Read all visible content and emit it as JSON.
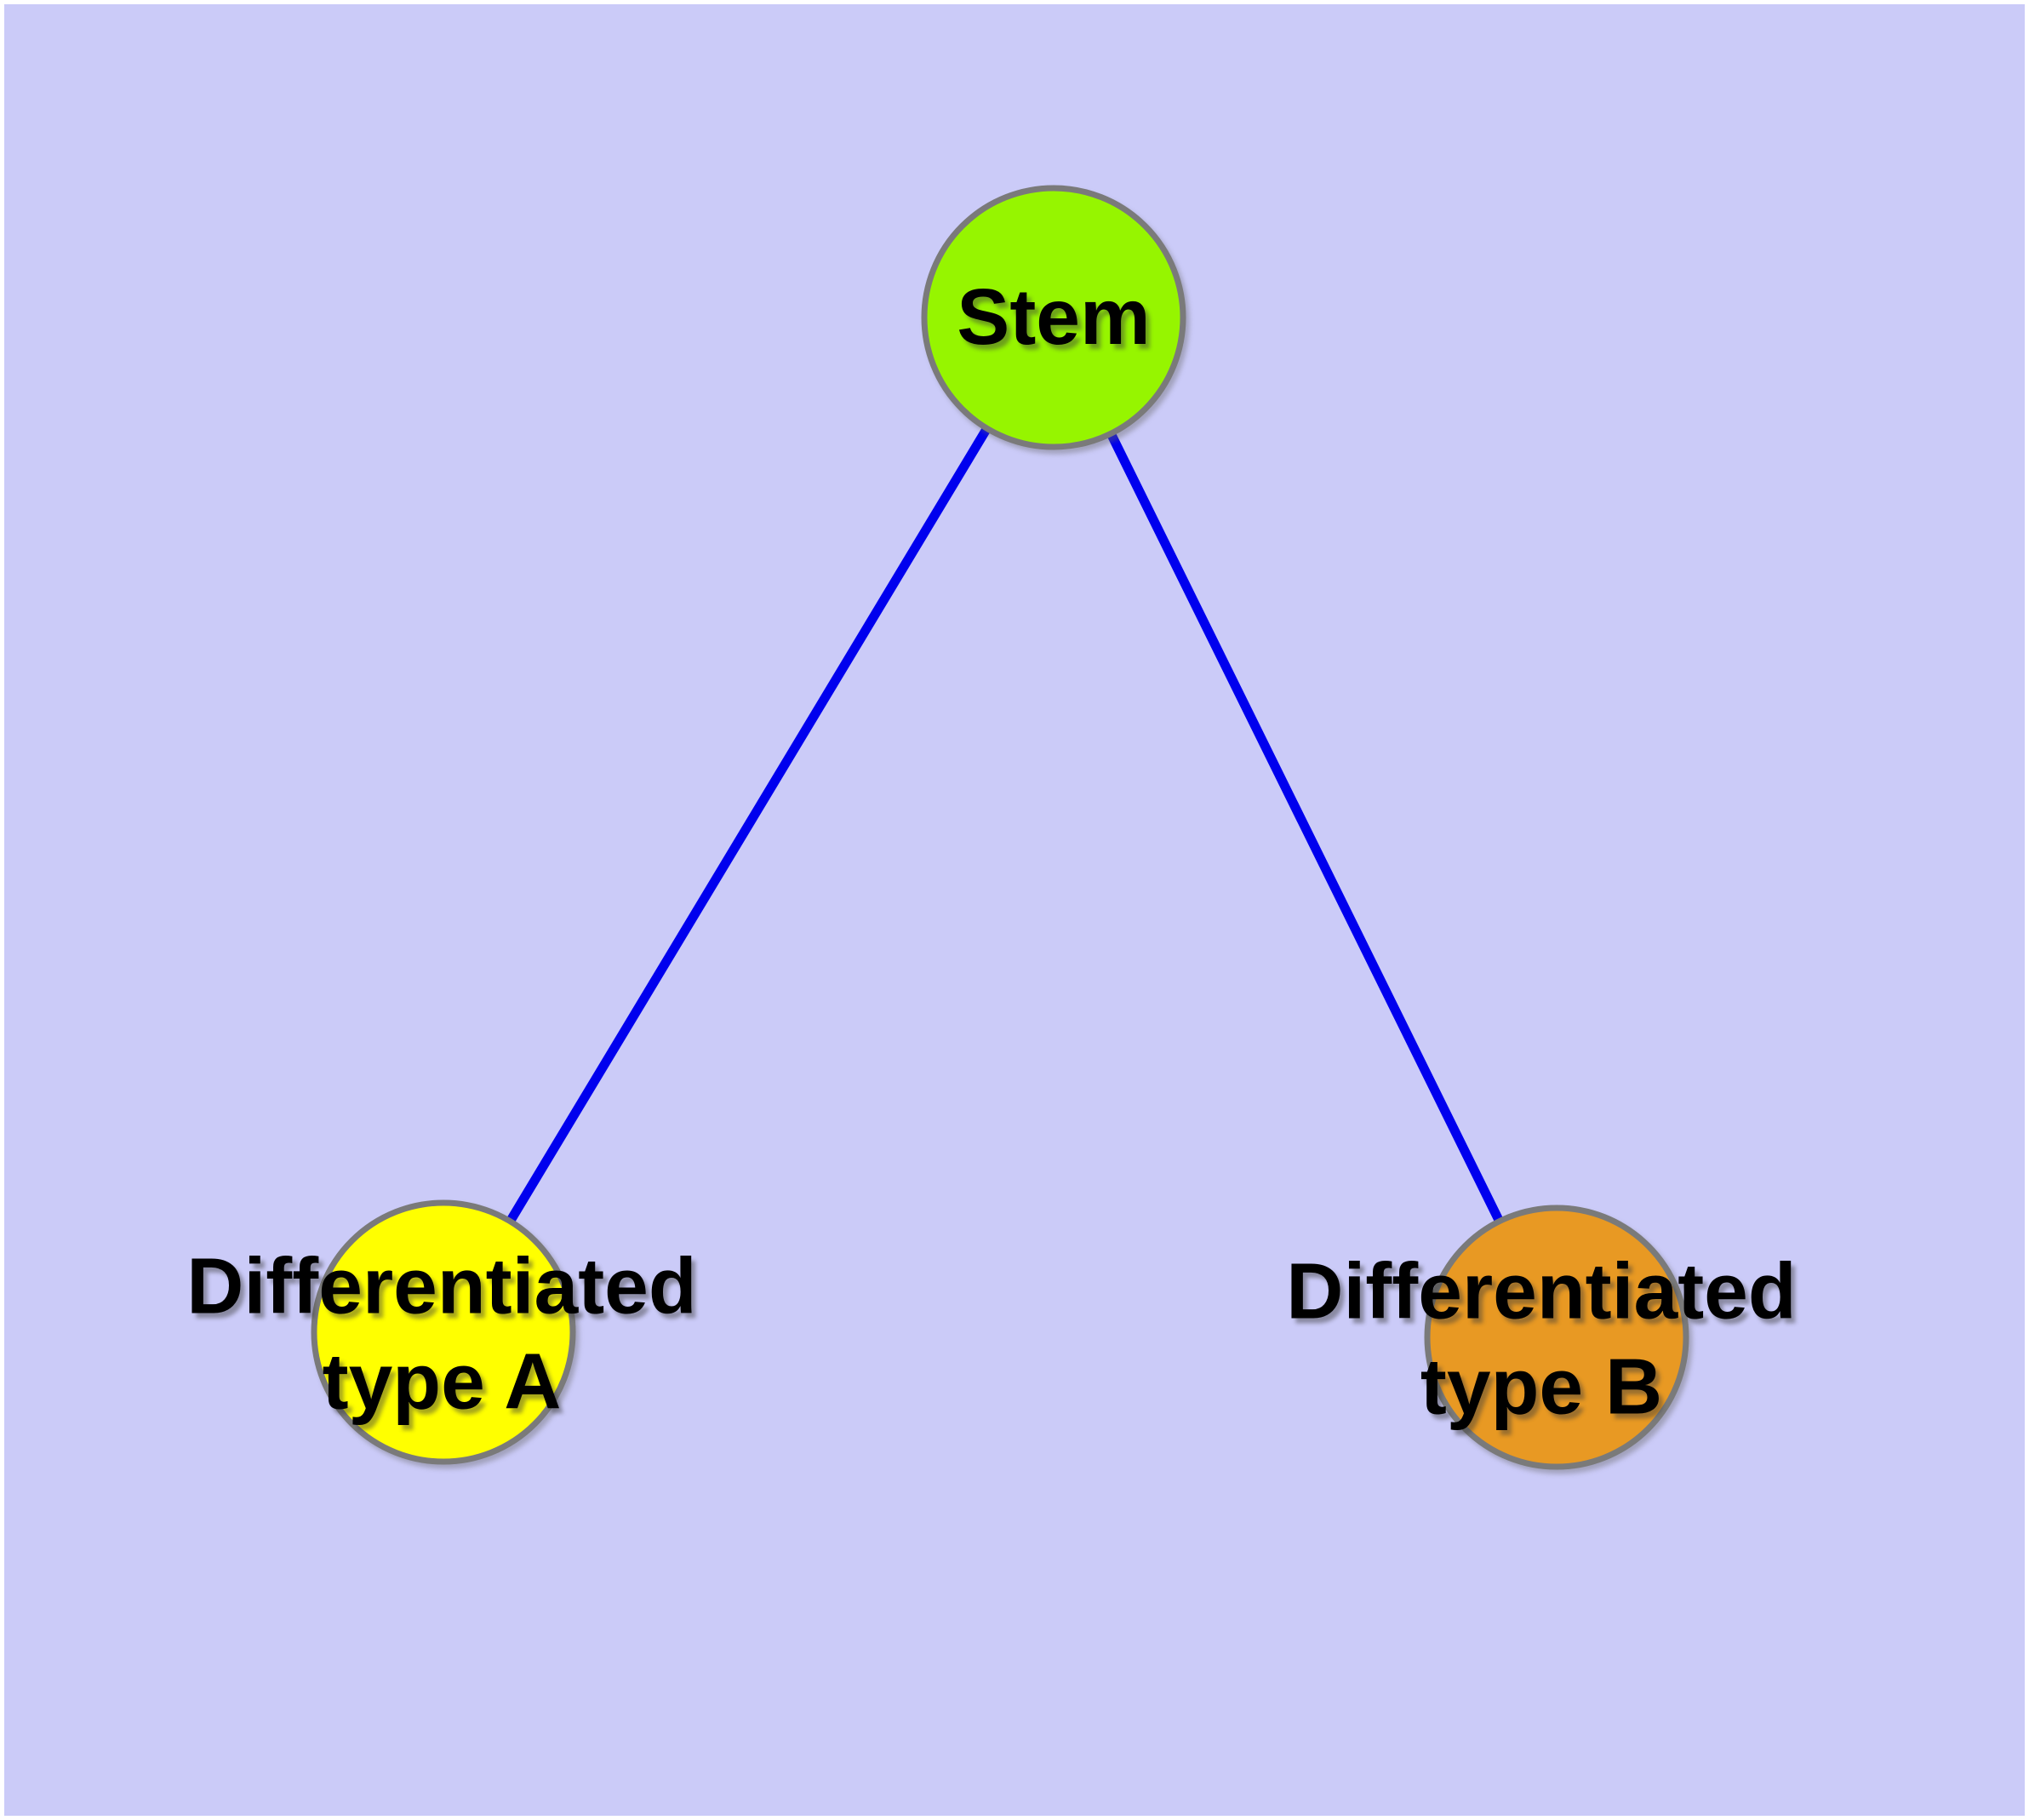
{
  "graph": {
    "type": "node-link-diagram",
    "nodes": [
      {
        "id": "stem",
        "label": "Stem",
        "label_line1": "Stem",
        "label_line2": "",
        "fill": "#96f500",
        "shape": "circle"
      },
      {
        "id": "type-a",
        "label": "Differentiated type A",
        "label_line1": "Differentiated",
        "label_line2": "type A",
        "fill": "#ffff00",
        "shape": "circle"
      },
      {
        "id": "type-b",
        "label": "Differentiated type B",
        "label_line1": "Differentiated",
        "label_line2": "type B",
        "fill": "#e89923",
        "shape": "circle"
      }
    ],
    "edges": [
      {
        "from": "stem",
        "to": "type-a",
        "color": "#0000ee"
      },
      {
        "from": "stem",
        "to": "type-b",
        "color": "#0000ee"
      }
    ]
  },
  "colors": {
    "background": "#cbcbf8",
    "page_margin": "#ffffff",
    "stem_fill": "#96f500",
    "type_a_fill": "#ffff00",
    "type_b_fill": "#e89923",
    "node_border": "#7a7a7a",
    "edge": "#0000ee",
    "label_text": "#000000"
  }
}
